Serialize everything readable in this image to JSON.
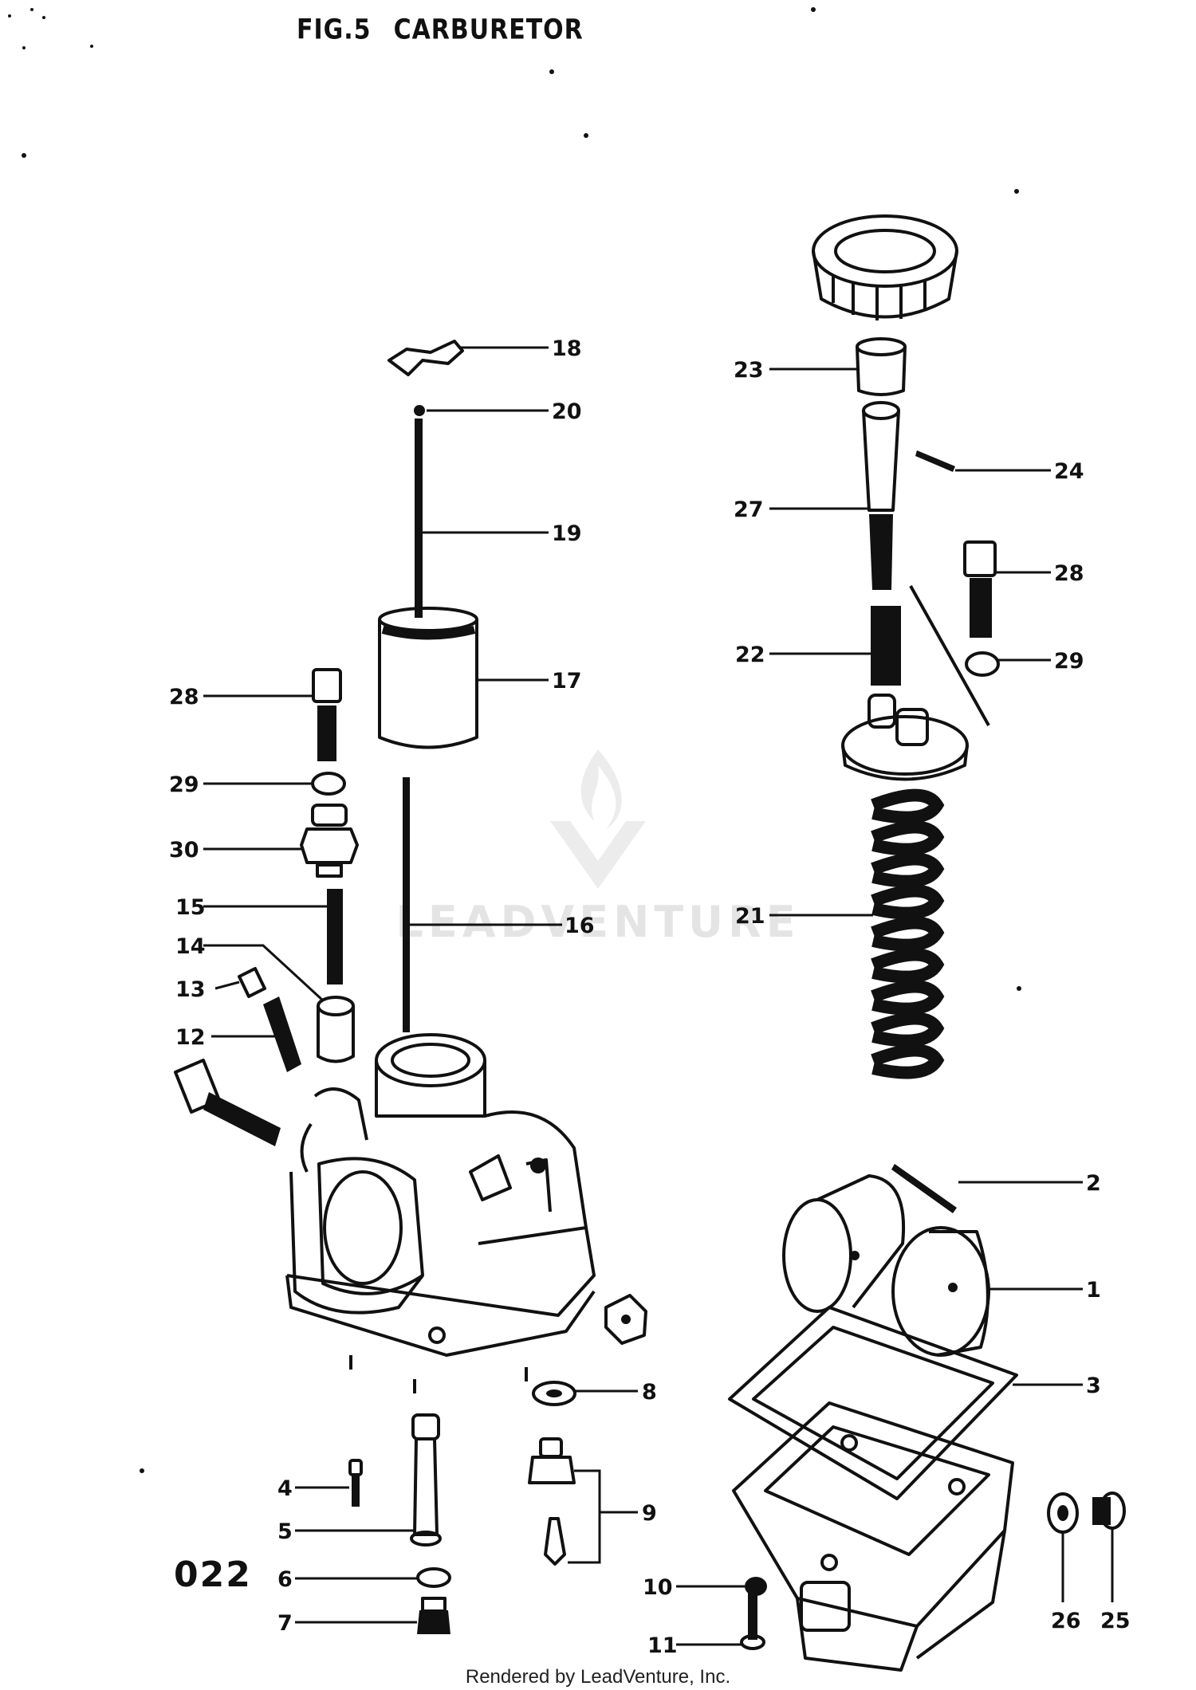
{
  "figure": {
    "title_fig": "FIG.5",
    "title_name": "CARBURETOR",
    "page_code": "022",
    "footer": "Rendered by LeadVenture, Inc.",
    "watermark": "LEADVENTURE",
    "watermark_logo": "leadventure-flame-v-logo"
  },
  "callouts": [
    {
      "id": "c18",
      "number": "18"
    },
    {
      "id": "c20",
      "number": "20"
    },
    {
      "id": "c19",
      "number": "19"
    },
    {
      "id": "c17",
      "number": "17"
    },
    {
      "id": "c16",
      "number": "16"
    },
    {
      "id": "c28a",
      "number": "28"
    },
    {
      "id": "c29a",
      "number": "29"
    },
    {
      "id": "c30",
      "number": "30"
    },
    {
      "id": "c15",
      "number": "15"
    },
    {
      "id": "c14",
      "number": "14"
    },
    {
      "id": "c13",
      "number": "13"
    },
    {
      "id": "c12",
      "number": "12"
    },
    {
      "id": "c23",
      "number": "23"
    },
    {
      "id": "c24",
      "number": "24"
    },
    {
      "id": "c27",
      "number": "27"
    },
    {
      "id": "c28b",
      "number": "28"
    },
    {
      "id": "c22",
      "number": "22"
    },
    {
      "id": "c29b",
      "number": "29"
    },
    {
      "id": "c21",
      "number": "21"
    },
    {
      "id": "c2",
      "number": "2"
    },
    {
      "id": "c1",
      "number": "1"
    },
    {
      "id": "c3",
      "number": "3"
    },
    {
      "id": "c8",
      "number": "8"
    },
    {
      "id": "c9",
      "number": "9"
    },
    {
      "id": "c4",
      "number": "4"
    },
    {
      "id": "c5",
      "number": "5"
    },
    {
      "id": "c6",
      "number": "6"
    },
    {
      "id": "c7",
      "number": "7"
    },
    {
      "id": "c10",
      "number": "10"
    },
    {
      "id": "c11",
      "number": "11"
    },
    {
      "id": "c26",
      "number": "26"
    },
    {
      "id": "c25",
      "number": "25"
    }
  ]
}
